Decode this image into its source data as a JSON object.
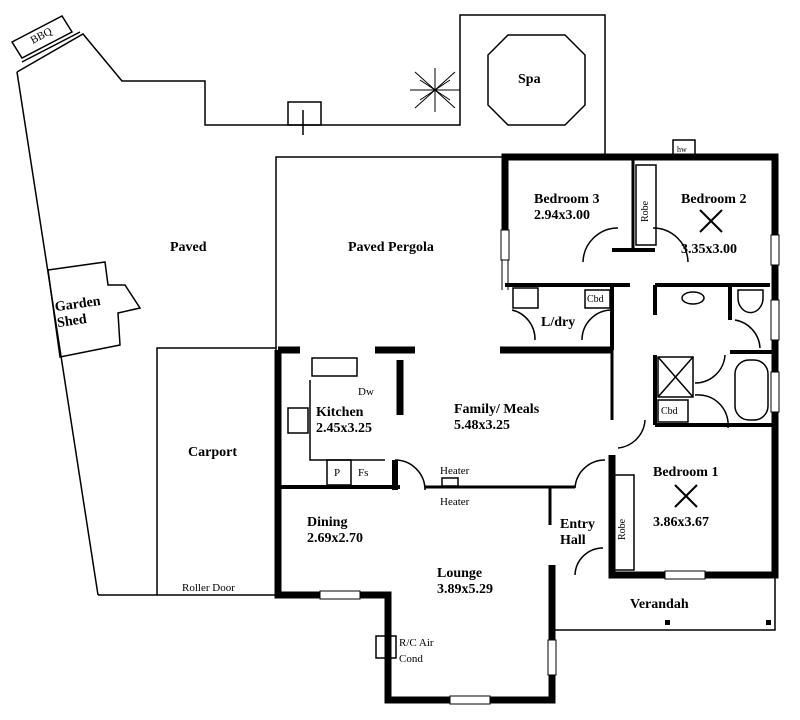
{
  "rooms": {
    "bbq": "BBQ",
    "paved": "Paved",
    "paved_pergola": "Paved Pergola",
    "spa": "Spa",
    "garden_shed": [
      "Garden",
      "Shed"
    ],
    "carport": "Carport",
    "roller_door": "Roller Door",
    "bedroom3": {
      "name": "Bedroom 3",
      "size": "2.94x3.00"
    },
    "bedroom2": {
      "name": "Bedroom 2",
      "size": "3.35x3.00"
    },
    "bedroom1": {
      "name": "Bedroom 1",
      "size": "3.86x3.67"
    },
    "laundry": "L/dry",
    "kitchen": {
      "name": "Kitchen",
      "size": "2.45x3.25"
    },
    "family": {
      "name": "Family/ Meals",
      "size": "5.48x3.25"
    },
    "dining": {
      "name": "Dining",
      "size": "2.69x2.70"
    },
    "lounge": {
      "name": "Lounge",
      "size": "3.89x5.29"
    },
    "entry": [
      "Entry",
      "Hall"
    ],
    "verandah": "Verandah"
  },
  "fixtures": {
    "hw": "hw",
    "robe": "Robe",
    "cbd": "Cbd",
    "dw": "Dw",
    "pantry": "P",
    "fridge": "Fs",
    "heater": "Heater",
    "aircon": [
      "R/C Air",
      "Cond"
    ]
  }
}
